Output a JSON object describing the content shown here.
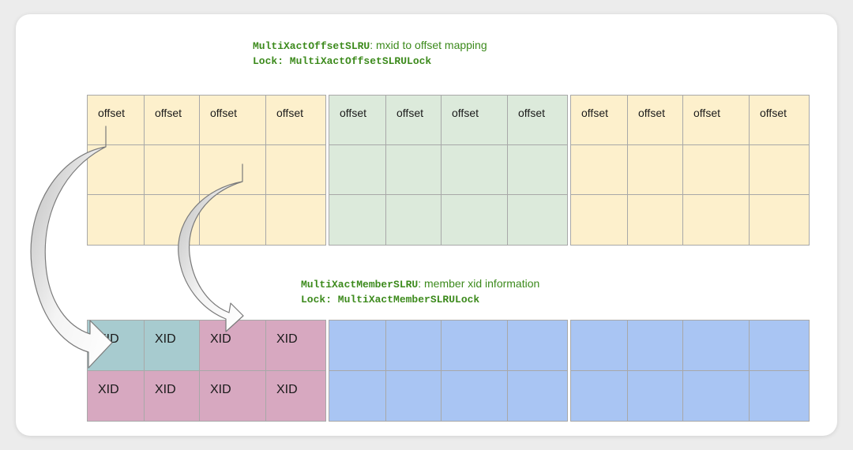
{
  "offset_caption": {
    "code": "MultiXactOffsetSLRU",
    "desc": ": mxid to offset mapping",
    "lock": "Lock: MultiXactOffsetSLRULock"
  },
  "member_caption": {
    "code": "MultiXactMemberSLRU",
    "desc": ": member xid information",
    "lock": "Lock: MultiXactMemberSLRULock"
  },
  "colors": {
    "offset_page_1": "#fdf0cc",
    "offset_page_2": "#dceadb",
    "offset_page_3": "#fdf0cc",
    "member_page": "#a9c5f3",
    "xid_group_a": "#a7cbcf",
    "xid_group_b": "#d7a8c0",
    "caption_text": "#3c8a1c",
    "grid_line": "#a8a8a8"
  },
  "offset_pages": [
    {
      "rows": [
        [
          "offset",
          "offset",
          "offset",
          "offset"
        ],
        [
          "",
          "",
          "",
          ""
        ],
        [
          "",
          "",
          "",
          ""
        ]
      ]
    },
    {
      "rows": [
        [
          "offset",
          "offset",
          "offset",
          "offset"
        ],
        [
          "",
          "",
          "",
          ""
        ],
        [
          "",
          "",
          "",
          ""
        ]
      ]
    },
    {
      "rows": [
        [
          "offset",
          "offset",
          "offset",
          "offset"
        ],
        [
          "",
          "",
          "",
          ""
        ],
        [
          "",
          "",
          "",
          ""
        ]
      ]
    }
  ],
  "member_pages": [
    {
      "rows": [
        [
          "XID",
          "XID",
          "XID",
          "XID"
        ],
        [
          "XID",
          "XID",
          "XID",
          "XID"
        ]
      ],
      "cell_fill": [
        [
          "xid_group_a",
          "xid_group_a",
          "xid_group_b",
          "xid_group_b"
        ],
        [
          "xid_group_b",
          "xid_group_b",
          "xid_group_b",
          "xid_group_b"
        ]
      ]
    },
    {
      "rows": [
        [
          "",
          "",
          "",
          ""
        ],
        [
          "",
          "",
          "",
          ""
        ]
      ]
    },
    {
      "rows": [
        [
          "",
          "",
          "",
          ""
        ],
        [
          "",
          "",
          "",
          ""
        ]
      ]
    }
  ],
  "arrows": [
    {
      "from": "offset page 1 cell 1",
      "to": "member page 1 cell 1",
      "icon": "curved-arrow-icon"
    },
    {
      "from": "offset page 1 cell 3",
      "to": "member page 1 cell 3",
      "icon": "curved-arrow-icon"
    }
  ]
}
